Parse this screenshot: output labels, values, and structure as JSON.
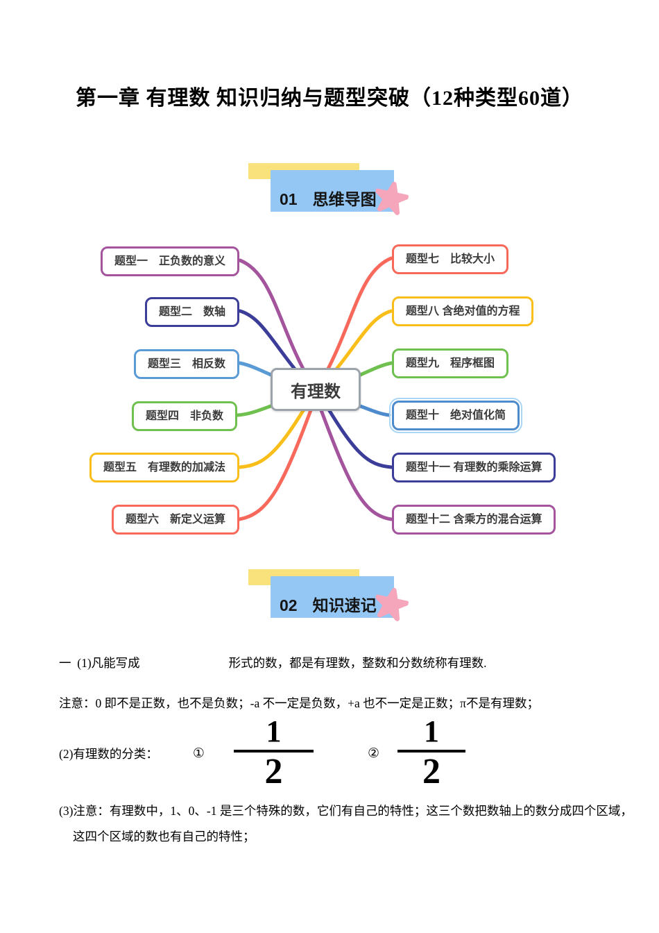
{
  "page": {
    "title": "第一章 有理数 知识归纳与题型突破（12种类型60道）"
  },
  "colors": {
    "decor_yellow": "#F9E17C",
    "decor_blue": "#94C7F3",
    "star_pink": "#F5A6BA",
    "center_border": "#9CA3AB",
    "selected_halo": "#A9D6F5"
  },
  "sections": [
    {
      "number": "01",
      "title": "思维导图"
    },
    {
      "number": "02",
      "title": "知识速记"
    }
  ],
  "mindmap": {
    "center": "有理数",
    "left": [
      {
        "label": "题型一　正负数的意义",
        "color": "#A3549D"
      },
      {
        "label": "题型二　数轴",
        "color": "#3C3D99"
      },
      {
        "label": "题型三　相反数",
        "color": "#5B9BD5"
      },
      {
        "label": "题型四　非负数",
        "color": "#6FC04F"
      },
      {
        "label": "题型五　有理数的加减法",
        "color": "#F9BE19"
      },
      {
        "label": "题型六　新定义运算",
        "color": "#F8695C"
      }
    ],
    "right": [
      {
        "label": "题型七　比较大小",
        "color": "#F8695C"
      },
      {
        "label": "题型八 含绝对值的方程",
        "color": "#F9BE19"
      },
      {
        "label": "题型九　程序框图",
        "color": "#6FC04F"
      },
      {
        "label": "题型十　绝对值化简",
        "color": "#4E8BCC",
        "selected": true
      },
      {
        "label": "题型十一 有理数的乘除运算",
        "color": "#3C3D99"
      },
      {
        "label": "题型十二 含乘方的混合运算",
        "color": "#A3549D"
      }
    ]
  },
  "notes": {
    "line1_prefix": "一  (1)凡能写成",
    "line1_suffix": "形式的数，都是有理数，整数和分数统称有理数.",
    "line2": "注意：0 即不是正数，也不是负数；-a 不一定是负数，+a 也不一定是正数；π不是有理数；",
    "classify_label": "(2)有理数的分类：",
    "marker1": "①",
    "marker2": "②",
    "fraction": {
      "numerator": "1",
      "denominator": "2"
    },
    "line3a": "(3)注意：有理数中，1、0、-1 是三个特殊的数，它们有自己的特性；这三个数把数轴上的数分成四个区域，",
    "line3b": "这四个区域的数也有自己的特性；"
  }
}
